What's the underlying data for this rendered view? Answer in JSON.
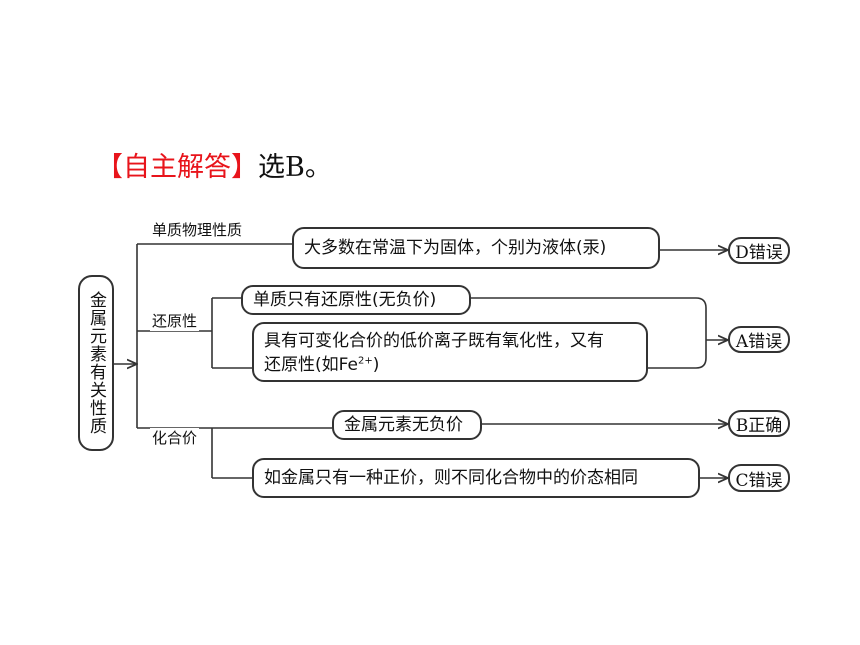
{
  "heading": {
    "tag": "【自主解答】",
    "answer": "选B。"
  },
  "root": {
    "text": "金属元素有关性质"
  },
  "branches": [
    {
      "label": "单质物理性质"
    },
    {
      "label": "还原性"
    },
    {
      "label": "化合价"
    }
  ],
  "statements": [
    {
      "text": "大多数在常温下为固体，个别为液体(汞)"
    },
    {
      "text": "单质只有还原性(无负价)"
    },
    {
      "text_line1": "具有可变化合价的低价离子既有氧化性，又有",
      "text_line2_prefix": "还原性(如Fe",
      "superscript": "2+",
      "text_line2_suffix": ")"
    },
    {
      "text": "金属元素无负价"
    },
    {
      "text": "如金属只有一种正价，则不同化合物中的价态相同"
    }
  ],
  "results": [
    {
      "text": "D错误"
    },
    {
      "text": "A错误"
    },
    {
      "text": "B正确"
    },
    {
      "text": "C错误"
    }
  ],
  "colors": {
    "tag": "#e8141b",
    "line": "#333333"
  }
}
